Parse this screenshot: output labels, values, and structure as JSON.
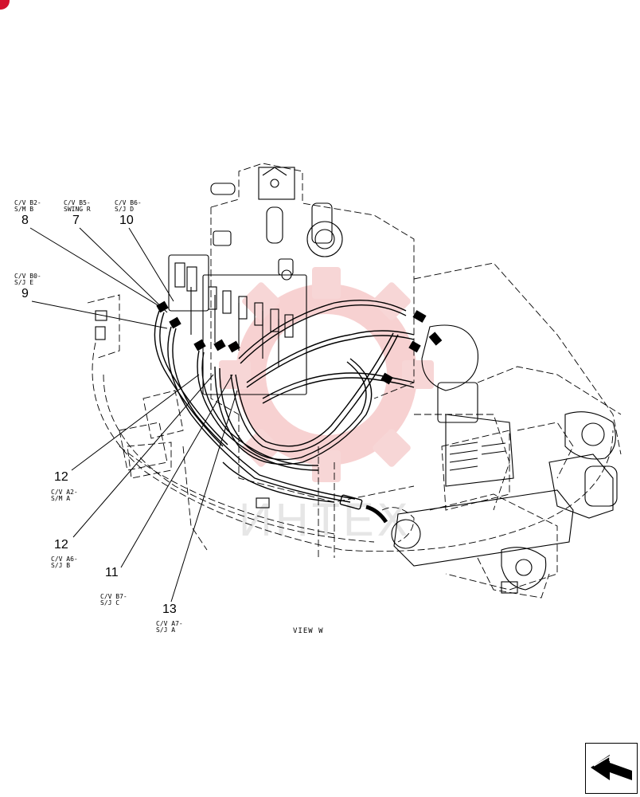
{
  "view_label": "VIEW W",
  "watermark_text": "ИНТЕХ",
  "callouts": [
    {
      "id": "8",
      "number": "8",
      "line1": "C/V B2-",
      "line2": "S/M B"
    },
    {
      "id": "7",
      "number": "7",
      "line1": "C/V B5-",
      "line2": "SWING R"
    },
    {
      "id": "10",
      "number": "10",
      "line1": "C/V B6-",
      "line2": "S/J D"
    },
    {
      "id": "9",
      "number": "9",
      "line1": "C/V B0-",
      "line2": "S/J E"
    },
    {
      "id": "12a",
      "number": "12",
      "line1": "C/V A2-",
      "line2": "S/M A"
    },
    {
      "id": "12b",
      "number": "12",
      "line1": "C/V A6-",
      "line2": "S/J B"
    },
    {
      "id": "11",
      "number": "11",
      "line1": "C/V B7-",
      "line2": "S/J C"
    },
    {
      "id": "13",
      "number": "13",
      "line1": "C/V A7-",
      "line2": "S/J A"
    }
  ],
  "colors": {
    "accent": "#d3122e",
    "watermark": "#f4c7c7",
    "line": "#000000"
  },
  "icons": {
    "nav": "next-page-arrow-icon",
    "badge": "page-marker-icon"
  }
}
